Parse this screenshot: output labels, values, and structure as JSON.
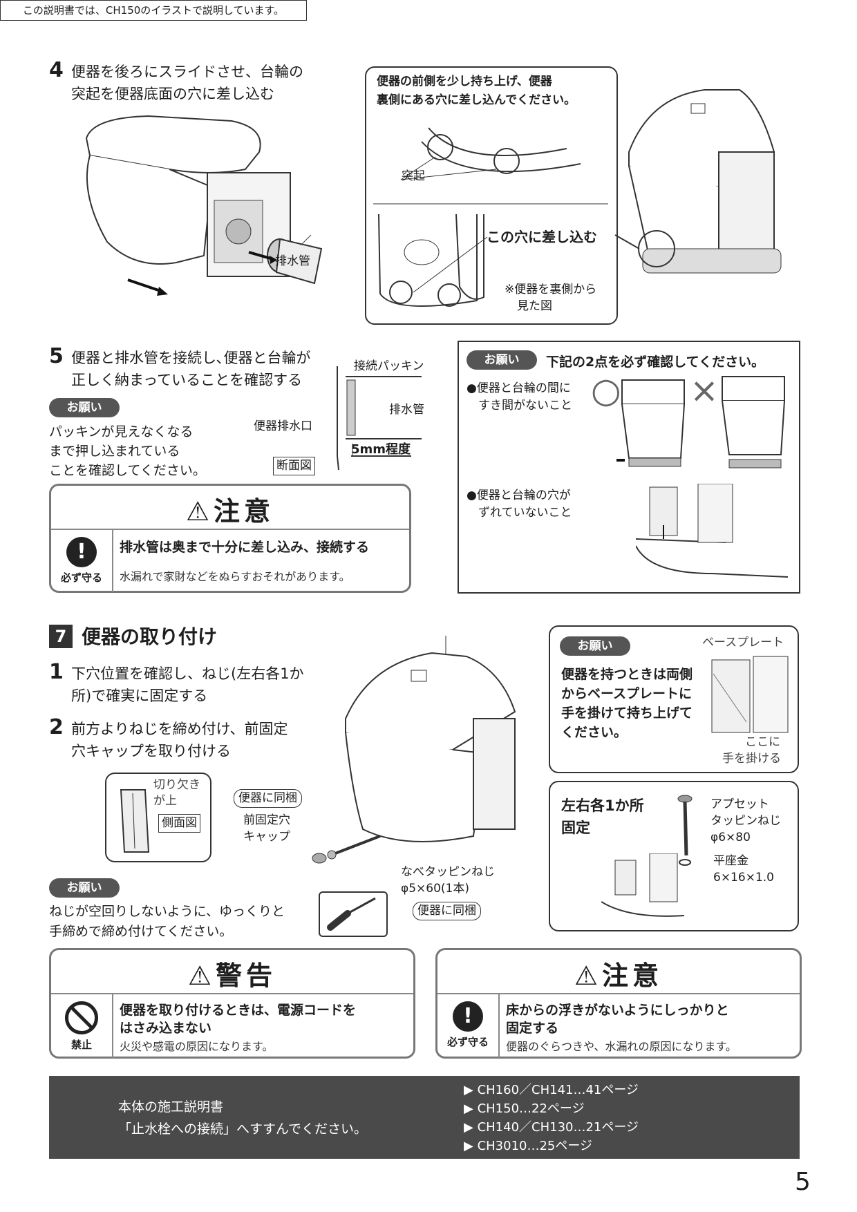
{
  "header_note": "この説明書では、CH150のイラストで説明しています。",
  "step4": {
    "num": "4",
    "line1": "便器を後ろにスライドさせ、台輪の",
    "line2": "突起を便器底面の穴に差し込む",
    "label_drain": "排水管",
    "callout_line1": "便器の前側を少し持ち上げ、便器",
    "callout_line2": "裏側にある穴に差し込んでください。",
    "label_protrusion": "突起",
    "label_insert": "この穴に差し込む",
    "label_view1": "※便器を裏側から",
    "label_view2": "見た図"
  },
  "step5": {
    "num": "5",
    "line1": "便器と排水管を接続し､便器と台輪が",
    "line2": "正しく納まっていることを確認する",
    "pill": "お願い",
    "req1": "パッキンが見えなくなる",
    "req2": "まで押し込まれている",
    "req3": "ことを確認してください。",
    "label_packing": "接続パッキン",
    "label_drain": "排水管",
    "label_outlet": "便器排水口",
    "label_5mm": "5mm程度",
    "label_section": "断面図"
  },
  "check": {
    "pill": "お願い",
    "title": "下記の2点を必ず確認してください。",
    "item1_line1": "●便器と台輪の間に",
    "item1_line2": "すき間がないこと",
    "item2_line1": "●便器と台輪の穴が",
    "item2_line2": "ずれていないこと",
    "ok_mark": "○",
    "ng_mark": "×"
  },
  "caution1": {
    "head": "注意",
    "icon_label": "必ず守る",
    "main": "排水管は奥まで十分に差し込み、接続する",
    "sub": "水漏れで家財などをぬらすおそれがあります。"
  },
  "section7": {
    "num": "7",
    "title": "便器の取り付け",
    "s1_num": "1",
    "s1_line1": "下穴位置を確認し、ねじ(左右各1か",
    "s1_line2": "所)で確実に固定する",
    "s2_num": "2",
    "s2_line1": "前方よりねじを締め付け、前固定",
    "s2_line2": "穴キャップを取り付ける",
    "label_notch1": "切り欠き",
    "label_notch2": "が上",
    "label_side": "側面図",
    "label_bundled": "便器に同梱",
    "label_cap1": "前固定穴",
    "label_cap2": "キャップ",
    "label_screw1": "なべタッピンねじ",
    "label_screw2": "φ5×60(1本)",
    "label_bundled2": "便器に同梱",
    "pill": "お願い",
    "req1": "ねじが空回りしないように、ゆっくりと",
    "req2": "手締めで締め付けてください。"
  },
  "hold_note": {
    "pill": "お願い",
    "label_base": "ベースプレート",
    "line1": "便器を持つときは両側",
    "line2": "からベースプレートに",
    "line3": "手を掛けて持ち上げて",
    "line4": "ください。",
    "label_here1": "ここに",
    "label_here2": "手を掛ける"
  },
  "fix_note": {
    "line1": "左右各1か所",
    "line2": "固定",
    "label_screw1": "アプセット",
    "label_screw2": "タッピンねじ",
    "label_screw3": "φ6×80",
    "label_washer1": "平座金",
    "label_washer2": "6×16×1.0"
  },
  "warning": {
    "head": "警告",
    "icon_label": "禁止",
    "main1": "便器を取り付けるときは、電源コードを",
    "main2": "はさみ込まない",
    "sub": "火災や感電の原因になります。"
  },
  "caution2": {
    "head": "注意",
    "icon_label": "必ず守る",
    "main1": "床からの浮きがないようにしっかりと",
    "main2": "固定する",
    "sub": "便器のぐらつきや、水漏れの原因になります。"
  },
  "banner": {
    "left1": "本体の施工説明書",
    "left2": "「止水栓への接続」へすすんでください。",
    "ref1": "▶ CH160／CH141…41ページ",
    "ref2": "▶ CH150…22ページ",
    "ref3": "▶ CH140／CH130…21ページ",
    "ref4": "▶ CH3010…25ページ"
  },
  "page_number": "5"
}
